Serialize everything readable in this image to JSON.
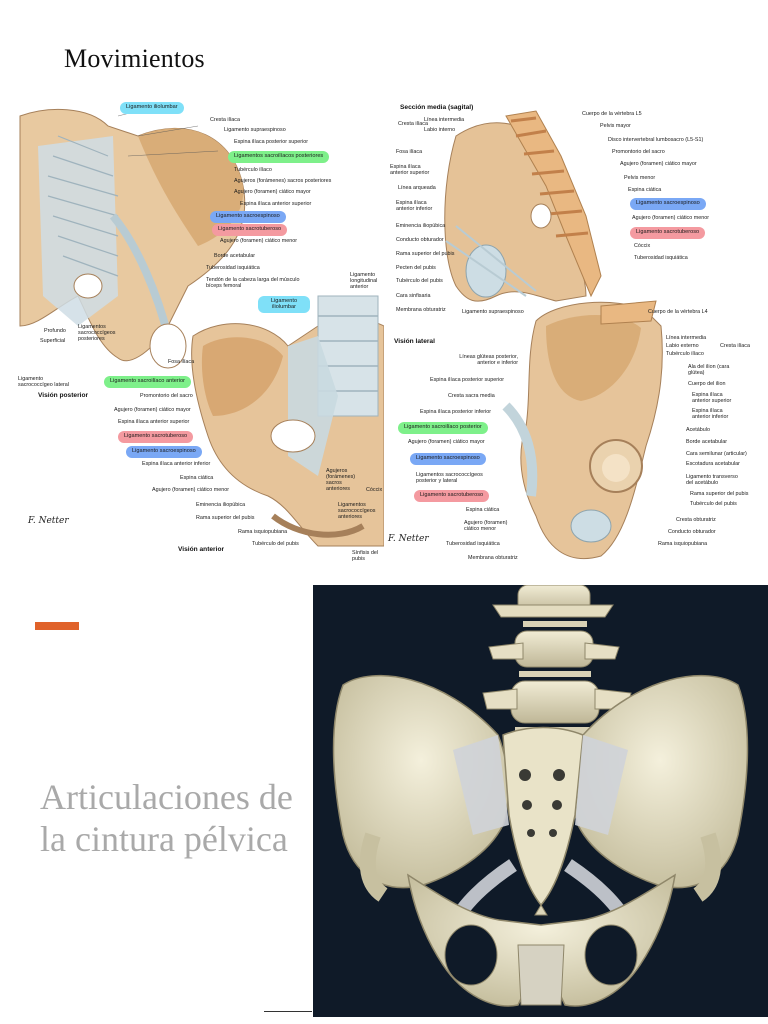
{
  "slide": {
    "title": "Movimientos",
    "subtitle": "Articulaciones de la cintura pélvica",
    "accent_color": "#e0622a",
    "subtitle_color": "#a9a9a9",
    "render_background": "#0f1a28"
  },
  "atlas": {
    "posterior": {
      "caption": "Visión posterior",
      "highlight_labels": [
        {
          "text": "Ligamento iliolumbar",
          "color": "cyan"
        },
        {
          "text": "Ligamentos sacroilíacos posteriores",
          "color": "green"
        },
        {
          "text": "Ligamento sacroespinoso",
          "color": "blue"
        },
        {
          "text": "Ligamento sacrotuberoso",
          "color": "red"
        }
      ],
      "labels": [
        "Cresta ilíaca",
        "Ligamento supraespinoso",
        "Espina ilíaca posterior superior",
        "Tubérculo ilíaco",
        "Agujeros (forámenes) sacros posteriores",
        "Agujero (foramen) ciático mayor",
        "Espina ilíaca anterior superior",
        "Agujero (foramen) ciático menor",
        "Borde acetabular",
        "Tuberosidad isquiática",
        "Tendón de la cabeza larga del músculo bíceps femoral",
        "Profundo",
        "Superficial",
        "Ligamentos sacrococcígeos posteriores",
        "Ligamento sacrococcígeo lateral"
      ]
    },
    "anterior": {
      "caption": "Visión anterior",
      "highlight_labels": [
        {
          "text": "Ligamento iliolumbar",
          "color": "cyan"
        },
        {
          "text": "Ligamento sacroilíaco anterior",
          "color": "green"
        },
        {
          "text": "Ligamento sacrotuberoso",
          "color": "red"
        },
        {
          "text": "Ligamento sacroespinoso",
          "color": "blue"
        }
      ],
      "labels": [
        "Ligamento longitudinal anterior",
        "Fosa ilíaca",
        "Promontorio del sacro",
        "Agujero (foramen) ciático mayor",
        "Espina ilíaca anterior superior",
        "Espina ilíaca anterior inferior",
        "Espina ciática",
        "Agujero (foramen) ciático menor",
        "Eminencia iliopúbica",
        "Rama superior del pubis",
        "Rama isquiopubiana",
        "Tubérculo del pubis",
        "Agujeros (forámenes) sacros anteriores",
        "Cóccix",
        "Ligamentos sacrococcígeos anteriores",
        "Sínfisis del pubis"
      ]
    },
    "sagittal": {
      "caption": "Sección media (sagital)",
      "highlight_labels": [
        {
          "text": "Ligamento sacroespinoso",
          "color": "blue"
        },
        {
          "text": "Ligamento sacrotuberoso",
          "color": "red"
        }
      ],
      "labels": [
        "Cuerpo de la vértebra L5",
        "Pelvis mayor",
        "Cresta ilíaca",
        "Línea intermedia",
        "Labio interno",
        "Disco intervertebral lumbosacro (L5-S1)",
        "Promontorio del sacro",
        "Fosa ilíaca",
        "Agujero (foramen) ciático mayor",
        "Espina ilíaca anterior superior",
        "Pelvis menor",
        "Línea arqueada",
        "Espina ciática",
        "Espina ilíaca anterior inferior",
        "Agujero (foramen) ciático menor",
        "Eminencia iliopúbica",
        "Conducto obturador",
        "Cóccix",
        "Rama superior del pubis",
        "Tuberosidad isquiática",
        "Pecten del pubis",
        "Tubérculo del pubis",
        "Cara sinfisaria",
        "Membrana obturatriz"
      ]
    },
    "lateral": {
      "caption": "Visión lateral",
      "highlight_labels": [
        {
          "text": "Ligamento sacroilíaco posterior",
          "color": "green"
        },
        {
          "text": "Ligamento sacroespinoso",
          "color": "blue"
        },
        {
          "text": "Ligamento sacrotuberoso",
          "color": "red"
        }
      ],
      "labels": [
        "Cuerpo de la vértebra L4",
        "Ligamento supraespinoso",
        "Línea intermedia",
        "Labio externo",
        "Tubérculo ilíaco",
        "Cresta ilíaca",
        "Líneas glúteas posterior, anterior e inferior",
        "Ala del ilion (cara glútea)",
        "Espina ilíaca posterior superior",
        "Cuerpo del ilion",
        "Cresta sacra media",
        "Espina ilíaca anterior superior",
        "Espina ilíaca posterior inferior",
        "Espina ilíaca anterior inferior",
        "Acetábulo",
        "Agujero (foramen) ciático mayor",
        "Borde acetabular",
        "Ligamentos sacrococcígeos posterior y lateral",
        "Cara semilunar (articular)",
        "Escotadura acetabular",
        "Ligamento transverso del acetábulo",
        "Espina ciática",
        "Rama superior del pubis",
        "Agujero (foramen) ciático menor",
        "Tubérculo del pubis",
        "Tuberosidad isquiática",
        "Cresta obturatriz",
        "Conducto obturador",
        "Membrana obturatriz",
        "Rama isquiopubiana"
      ]
    }
  }
}
